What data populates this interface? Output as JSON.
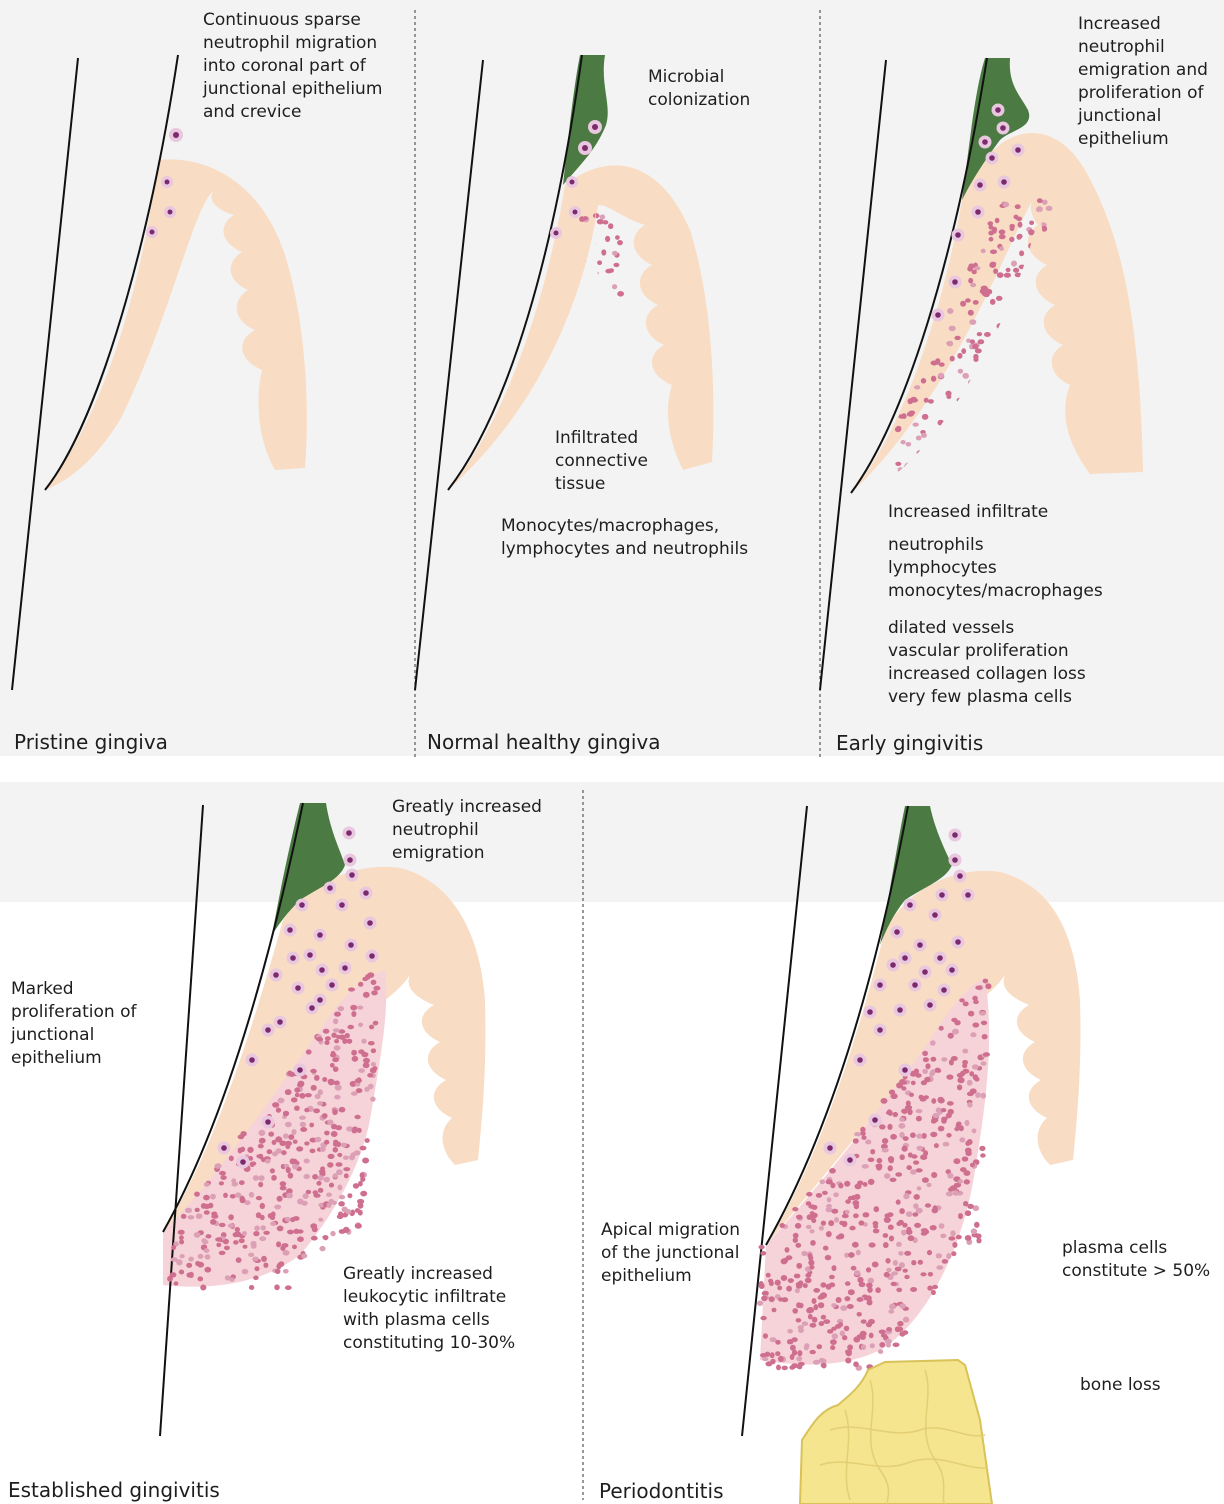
{
  "colors": {
    "background": "#ffffff",
    "panel_band": "#f3f3f4",
    "tissue": "#f9dcc4",
    "plaque": "#4b7a42",
    "infiltrate": "#cf6f8f",
    "neutrophil_halo": "#e8c7df",
    "neutrophil_core": "#7a2a6d",
    "bone": "#f5e58f",
    "bone_edge": "#d8c25a",
    "tooth_line": "#111111",
    "divider": "#555555"
  },
  "panels": [
    {
      "title": "Pristine gingiva",
      "labels": [
        "Continuous sparse\nneutrophil migration\ninto coronal part of\njunctional epithelium\nand crevice"
      ]
    },
    {
      "title": "Normal healthy gingiva",
      "labels": [
        "Microbial\ncolonization",
        "Infiltrated\nconnective\ntissue",
        "Monocytes/macrophages,\nlymphocytes and neutrophils"
      ]
    },
    {
      "title": "Early gingivitis",
      "labels": [
        "Increased\nneutrophil\nemigration and\nproliferation of\njunctional\nepithelium",
        "Increased infiltrate",
        "neutrophils\nlymphocytes\nmonocytes/macrophages",
        "dilated vessels\nvascular proliferation\nincreased collagen loss\nvery few plasma cells"
      ]
    },
    {
      "title": "Established gingivitis",
      "labels": [
        "Greatly increased\nneutrophil\nemigration",
        "Marked\nproliferation of\njunctional\nepithelium",
        "Greatly increased\nleukocytic infiltrate\nwith plasma cells\nconstituting 10-30%"
      ]
    },
    {
      "title": "Periodontitis",
      "labels": [
        "Apical migration\nof the junctional\nepithelium",
        "plasma cells\nconstitute > 50%",
        "bone loss"
      ]
    }
  ]
}
